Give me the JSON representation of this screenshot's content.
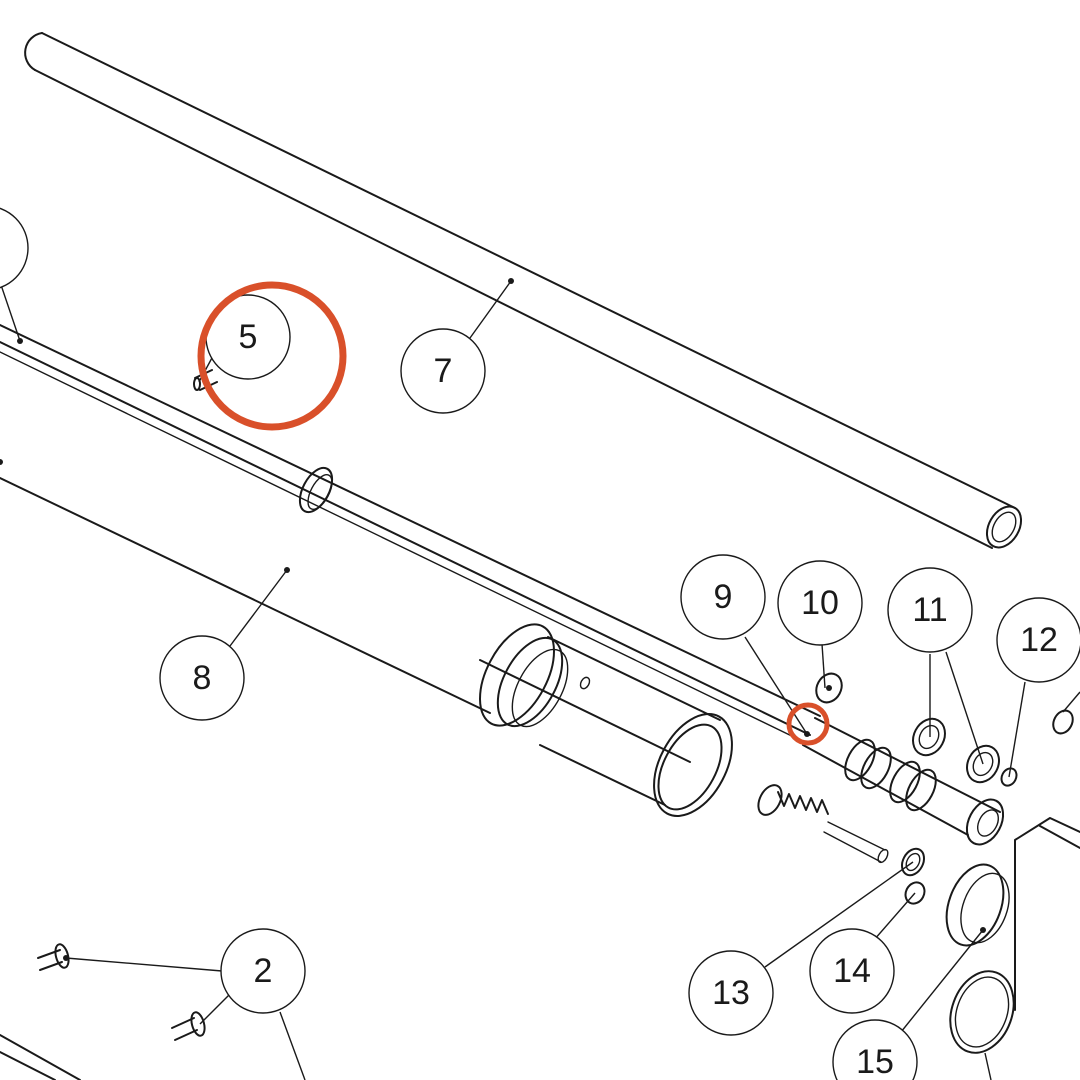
{
  "callouts": {
    "c2": "2",
    "c5": "5",
    "c7": "7",
    "c8": "8",
    "c9": "9",
    "c10": "10",
    "c11": "11",
    "c12": "12",
    "c13": "13",
    "c14": "14",
    "c15": "15"
  },
  "colors": {
    "highlight": "#d9502a",
    "line": "#1a1a1a",
    "background": "#ffffff"
  },
  "highlighted_parts": [
    "5",
    "9"
  ]
}
